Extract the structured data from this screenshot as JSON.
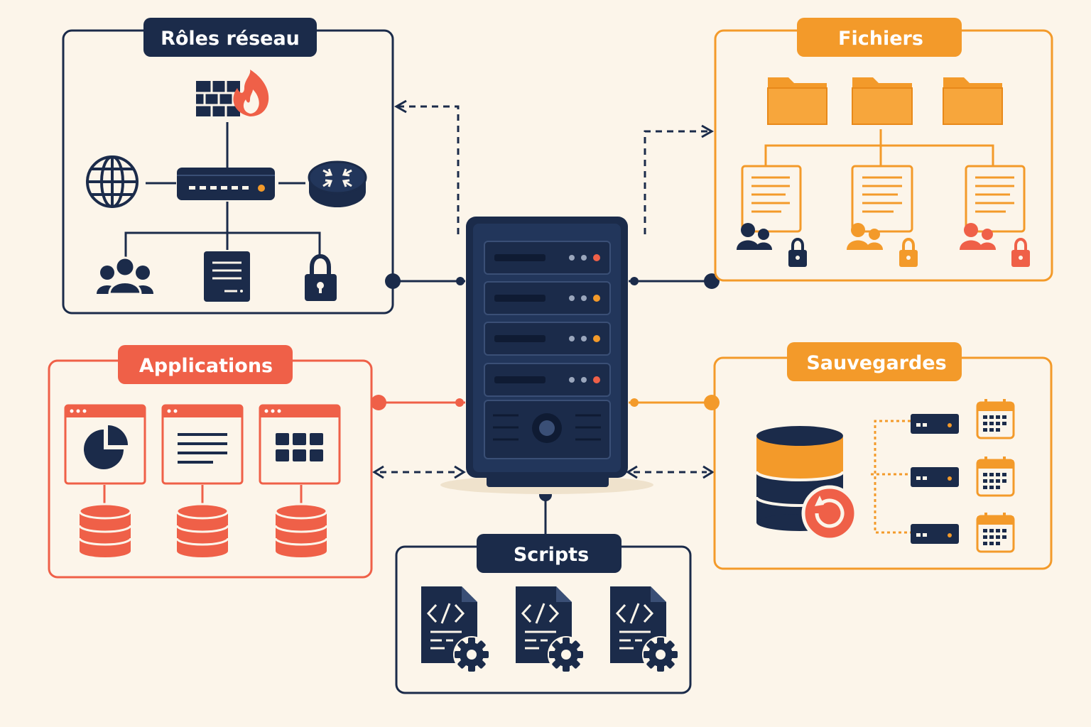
{
  "colors": {
    "background": "#fcf5ea",
    "navy": "#1b2b4a",
    "orange": "#f39a2a",
    "coral": "#ef6048",
    "white": "#ffffff"
  },
  "panels": {
    "network": {
      "title": "Rôles réseau",
      "color": "navy"
    },
    "files": {
      "title": "Fichiers",
      "color": "orange"
    },
    "applications": {
      "title": "Applications",
      "color": "coral"
    },
    "backups": {
      "title": "Sauvegardes",
      "color": "orange"
    },
    "scripts": {
      "title": "Scripts",
      "color": "navy"
    }
  },
  "icons": {
    "network": [
      "firewall-icon",
      "globe-icon",
      "switch-icon",
      "router-icon",
      "users-icon",
      "server-document-icon",
      "lock-icon"
    ],
    "files": [
      "folder-icon",
      "document-icon",
      "users-icon",
      "lock-icon"
    ],
    "applications": [
      "browser-window-icon",
      "pie-chart-icon",
      "text-lines-icon",
      "grid-icon",
      "database-icon"
    ],
    "backups": [
      "database-icon",
      "restore-icon",
      "backup-drive-icon",
      "calendar-icon"
    ],
    "scripts": [
      "code-file-icon",
      "gear-icon"
    ],
    "center": [
      "server-rack-icon"
    ]
  }
}
